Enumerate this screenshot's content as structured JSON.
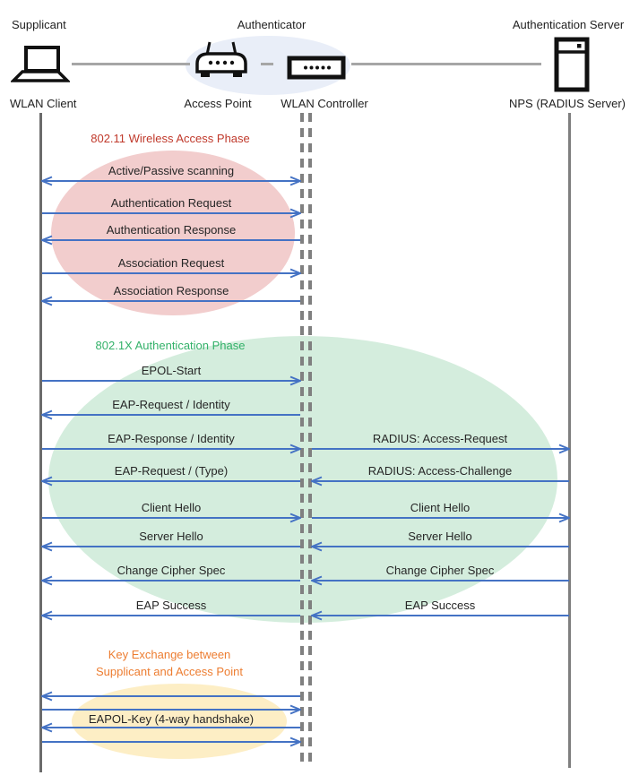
{
  "header": {
    "roles": [
      "Supplicant",
      "Authenticator",
      "Authentication Server"
    ],
    "devices": [
      {
        "label": "WLAN Client",
        "icon": "laptop-icon"
      },
      {
        "label": "Access Point",
        "icon": "access-point-icon"
      },
      {
        "label": "WLAN Controller",
        "icon": "wlan-controller-icon"
      },
      {
        "label": "NPS (RADIUS Server)",
        "icon": "server-icon"
      }
    ]
  },
  "phases": [
    {
      "title_lines": [
        "802.11 Wireless Access Phase"
      ],
      "title_color": "#C0392B",
      "fill": "#F2CDCD",
      "messages": [
        {
          "left": {
            "label": "Active/Passive scanning",
            "dir": "both"
          }
        },
        {
          "left": {
            "label": "Authentication Request",
            "dir": "right"
          }
        },
        {
          "left": {
            "label": "Authentication Response",
            "dir": "left"
          }
        },
        {
          "left": {
            "label": "Association Request",
            "dir": "right"
          }
        },
        {
          "left": {
            "label": "Association Response",
            "dir": "left"
          }
        }
      ]
    },
    {
      "title_lines": [
        "802.1X Authentication Phase"
      ],
      "title_color": "#33B169",
      "fill": "#D4EDDD",
      "messages": [
        {
          "left": {
            "label": "EPOL-Start",
            "dir": "right"
          }
        },
        {
          "left": {
            "label": "EAP-Request / Identity",
            "dir": "left"
          }
        },
        {
          "left": {
            "label": "EAP-Response / Identity",
            "dir": "right"
          },
          "right": {
            "label": "RADIUS: Access-Request",
            "dir": "right"
          }
        },
        {
          "left": {
            "label": "EAP-Request / (Type)",
            "dir": "left"
          },
          "right": {
            "label": "RADIUS: Access-Challenge",
            "dir": "left"
          }
        },
        {
          "left": {
            "label": "Client Hello",
            "dir": "right"
          },
          "right": {
            "label": "Client Hello",
            "dir": "right"
          }
        },
        {
          "left": {
            "label": "Server Hello",
            "dir": "left"
          },
          "right": {
            "label": "Server Hello",
            "dir": "left"
          }
        },
        {
          "left": {
            "label": "Change Cipher Spec",
            "dir": "left"
          },
          "right": {
            "label": "Change Cipher Spec",
            "dir": "left"
          }
        },
        {
          "left": {
            "label": "EAP Success",
            "dir": "left"
          },
          "right": {
            "label": "EAP Success",
            "dir": "left"
          }
        }
      ]
    },
    {
      "title_lines": [
        "Key Exchange between",
        "Supplicant and Access Point"
      ],
      "title_color": "#ED7D31",
      "fill": "#FDEEC5",
      "messages": [
        {
          "left": {
            "label": "",
            "dir": "left"
          }
        },
        {
          "left": {
            "label": "",
            "dir": "right"
          }
        },
        {
          "left": {
            "label": "EAPOL-Key (4-way handshake)",
            "dir": "left"
          }
        },
        {
          "left": {
            "label": "",
            "dir": "right"
          }
        }
      ]
    }
  ],
  "colors": {
    "arrow": "#4472C4",
    "lifeline": "#6B6B6B",
    "lifeline_right": "#7F7F7F",
    "dashed_line": "#808080",
    "connector": "#A6A6A6",
    "header_ellipse_fill": "#E9EEF8",
    "icon_stroke": "#111111",
    "message_text": "#262626"
  }
}
